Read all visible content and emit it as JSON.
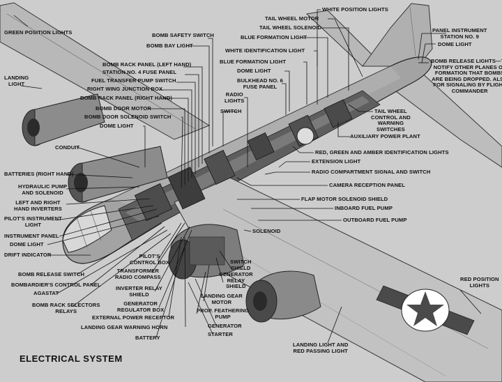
{
  "title": "ELECTRICAL SYSTEM",
  "colors": {
    "background": "#cdcdcd",
    "fuselage": "#9e9e9e",
    "wing": "#bdbdbd",
    "engine": "#8a8a8a",
    "leader": "#111111",
    "insignia_field": "#4a4a4a",
    "insignia_star": "#ffffff"
  },
  "labels": {
    "white_position_lights": "WHITE POSITION LIGHTS",
    "tail_wheel_motor": "TAIL WHEEL MOTOR",
    "tail_wheel_solenoid": "TAIL WHEEL SOLENOID",
    "blue_formation_light_top": "BLUE FORMATION LIGHT",
    "white_identification_light": "WHITE IDENTIFICATION LIGHT",
    "blue_formation_light": "BLUE FORMATION LIGHT",
    "dome_light_mid": "DOME LIGHT",
    "bulkhead_fuse_panel_1": "BULKHEAD No. 6",
    "bulkhead_fuse_panel_2": "FUSE PANEL",
    "radio_lights_1": "RADIO",
    "radio_lights_2": "LIGHTS",
    "switch": "SWITCH",
    "panel_instrument_1": "PANEL INSTRUMENT",
    "panel_instrument_2": "STATION No. 9",
    "dome_light_tail": "DOME LIGHT",
    "bomb_release_lights_1": "BOMB RELEASE LIGHTS—TO",
    "bomb_release_lights_2": "NOTIFY OTHER PLANES OF",
    "bomb_release_lights_3": "FORMATION THAT BOMBS",
    "bomb_release_lights_4": "ARE BEING DROPPED. ALSO",
    "bomb_release_lights_5": "FOR SIGNALING BY FLIGHT",
    "bomb_release_lights_6": "COMMANDER",
    "tail_wheel_control_1": "TAIL WHEEL",
    "tail_wheel_control_2": "CONTROL AND",
    "tail_wheel_control_3": "WARNING",
    "tail_wheel_control_4": "SWITCHES",
    "auxiliary_power_plant": "AUXILIARY POWER PLANT",
    "identification_lights": "RED, GREEN AND AMBER IDENTIFICATION LIGHTS",
    "extension_light": "EXTENSION LIGHT",
    "radio_compartment": "RADIO COMPARTMENT SIGNAL AND SWITCH",
    "camera_reception_panel": "CAMERA RECEPTION PANEL",
    "flap_motor_solenoid": "FLAP MOTOR SOLENOID SHIELD",
    "inboard_fuel_pump": "INBOARD FUEL PUMP",
    "outboard_fuel_pump": "OUTBOARD FUEL PUMP",
    "solenoid": "SOLENOID",
    "green_position_lights": "GREEN POSITION LIGHTS",
    "landing_light_1": "LANDING",
    "landing_light_2": "LIGHT",
    "bomb_safety_switch": "BOMB SAFETY SWITCH",
    "bomb_bay_light": "BOMB BAY LIGHT",
    "bomb_rack_panel_left": "BOMB RACK PANEL (LEFT HAND)",
    "station_fuse_panel": "STATION No. 4 FUSE PANEL",
    "fuel_transfer_pump_switch": "FUEL TRANSFER PUMP SWITCH",
    "right_wing_junction_box": "RIGHT WING JUNCTION BOX",
    "bomb_rack_panel_right": "BOMB RACK PANEL (RIGHT HAND)",
    "bomb_door_motor": "BOMB DOOR MOTOR",
    "bomb_door_solenoid_switch": "BOMB DOOR SOLENOID SWITCH",
    "dome_light_front": "DOME LIGHT",
    "conduit": "CONDUIT",
    "batteries": "BATTERIES (RIGHT HAND)",
    "hydraulic_pump_1": "HYDRAULIC PUMP",
    "hydraulic_pump_2": "AND SOLENOID",
    "inverters_1": "LEFT AND RIGHT",
    "inverters_2": "HAND INVERTERS",
    "pilots_instrument_light_1": "PILOT'S INSTRUMENT",
    "pilots_instrument_light_2": "LIGHT",
    "instrument_panel": "INSTRUMENT PANEL",
    "dome_light_nose": "DOME LIGHT",
    "drift_indicator": "DRIFT INDICATOR",
    "bomb_release_switch": "BOMB RELEASE SWITCH",
    "bombardiers_control_panel": "BOMBARDIER'S CONTROL PANEL",
    "agastat": "AGASTAT",
    "bomb_rack_selectors_1": "BOMB RACK SELECTORS",
    "bomb_rack_selectors_2": "RELAYS",
    "pilots_control_box_1": "PILOT'S",
    "pilots_control_box_2": "CONTROL BOX",
    "transformer_1": "TRANSFORMER",
    "transformer_2": "RADIO COMPASS",
    "inverter_relay_1": "INVERTER RELAY",
    "inverter_relay_2": "SHIELD",
    "generator_regulator_1": "GENERATOR",
    "generator_regulator_2": "REGULATOR BOX",
    "external_power_receptor": "EXTERNAL POWER RECEPTOR",
    "landing_gear_warning_horn": "LANDING GEAR WARNING HORN",
    "battery": "BATTERY",
    "switch_shield_1": "SWITCH",
    "switch_shield_2": "SHIELD",
    "generator_relay_1": "GENERATOR",
    "generator_relay_2": "RELAY",
    "generator_relay_3": "SHIELD",
    "landing_gear_motor_1": "LANDING GEAR",
    "landing_gear_motor_2": "MOTOR",
    "prop_feathering_1": "PROP. FEATHERING",
    "prop_feathering_2": "PUMP",
    "generator": "GENERATOR",
    "starter": "STARTER",
    "landing_light_red_1": "LANDING LIGHT AND",
    "landing_light_red_2": "RED PASSING LIGHT",
    "red_position_lights_1": "RED POSITION",
    "red_position_lights_2": "LIGHTS"
  }
}
